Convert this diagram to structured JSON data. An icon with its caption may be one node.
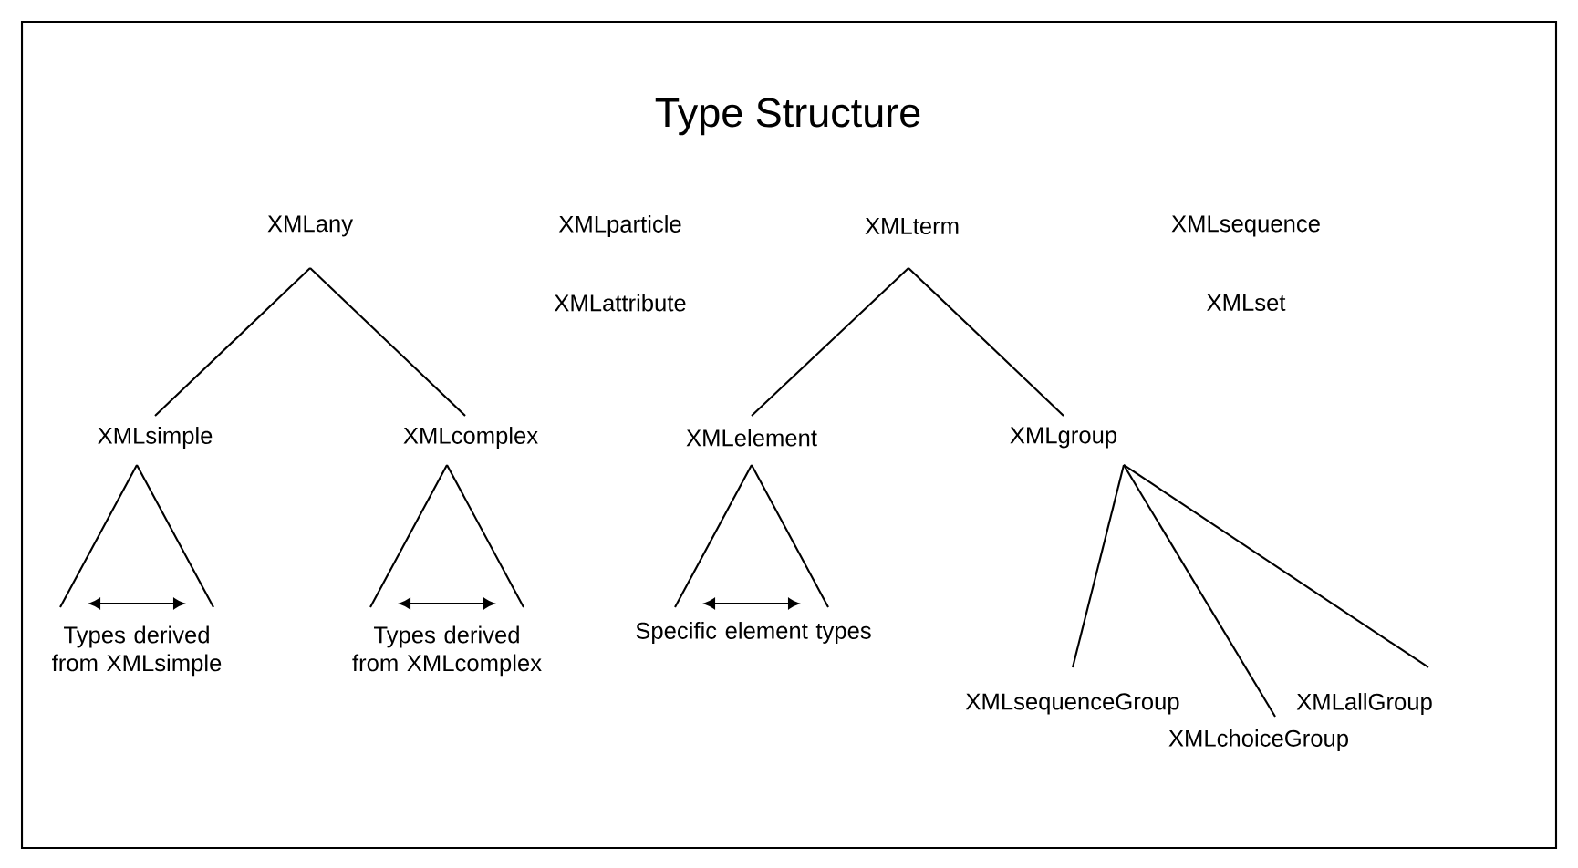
{
  "diagram": {
    "title": "Type Structure",
    "nodes": [
      {
        "text": [
          "XMLany"
        ]
      },
      {
        "text": [
          "XMLterm"
        ]
      },
      {
        "text": [
          "XMLsimple"
        ]
      },
      {
        "text": [
          "XMLcomplex"
        ]
      },
      {
        "text": [
          "XMLelement"
        ]
      },
      {
        "text": [
          "XMLgroup"
        ]
      },
      {
        "text": [
          "XMLsequenceGroup"
        ]
      },
      {
        "text": [
          "XMLchoiceGroup"
        ]
      },
      {
        "text": [
          "XMLallGroup"
        ]
      }
    ],
    "edges": [
      {
        "from": 0,
        "to": 2,
        "arrow": "none"
      },
      {
        "from": 0,
        "to": 3,
        "arrow": "none"
      },
      {
        "from": 1,
        "to": 4,
        "arrow": "none"
      },
      {
        "from": 1,
        "to": 5,
        "arrow": "none"
      },
      {
        "from": 5,
        "to": 6,
        "arrow": "none"
      },
      {
        "from": 5,
        "to": 7,
        "arrow": "none"
      },
      {
        "from": 5,
        "to": 8,
        "arrow": "none"
      }
    ],
    "labels": [
      "XMLparticle",
      "XMLsequence",
      "XMLattribute",
      "XMLset",
      "Types derived from XMLsimple",
      "Types derived from XMLcomplex",
      "Specific element types"
    ]
  }
}
